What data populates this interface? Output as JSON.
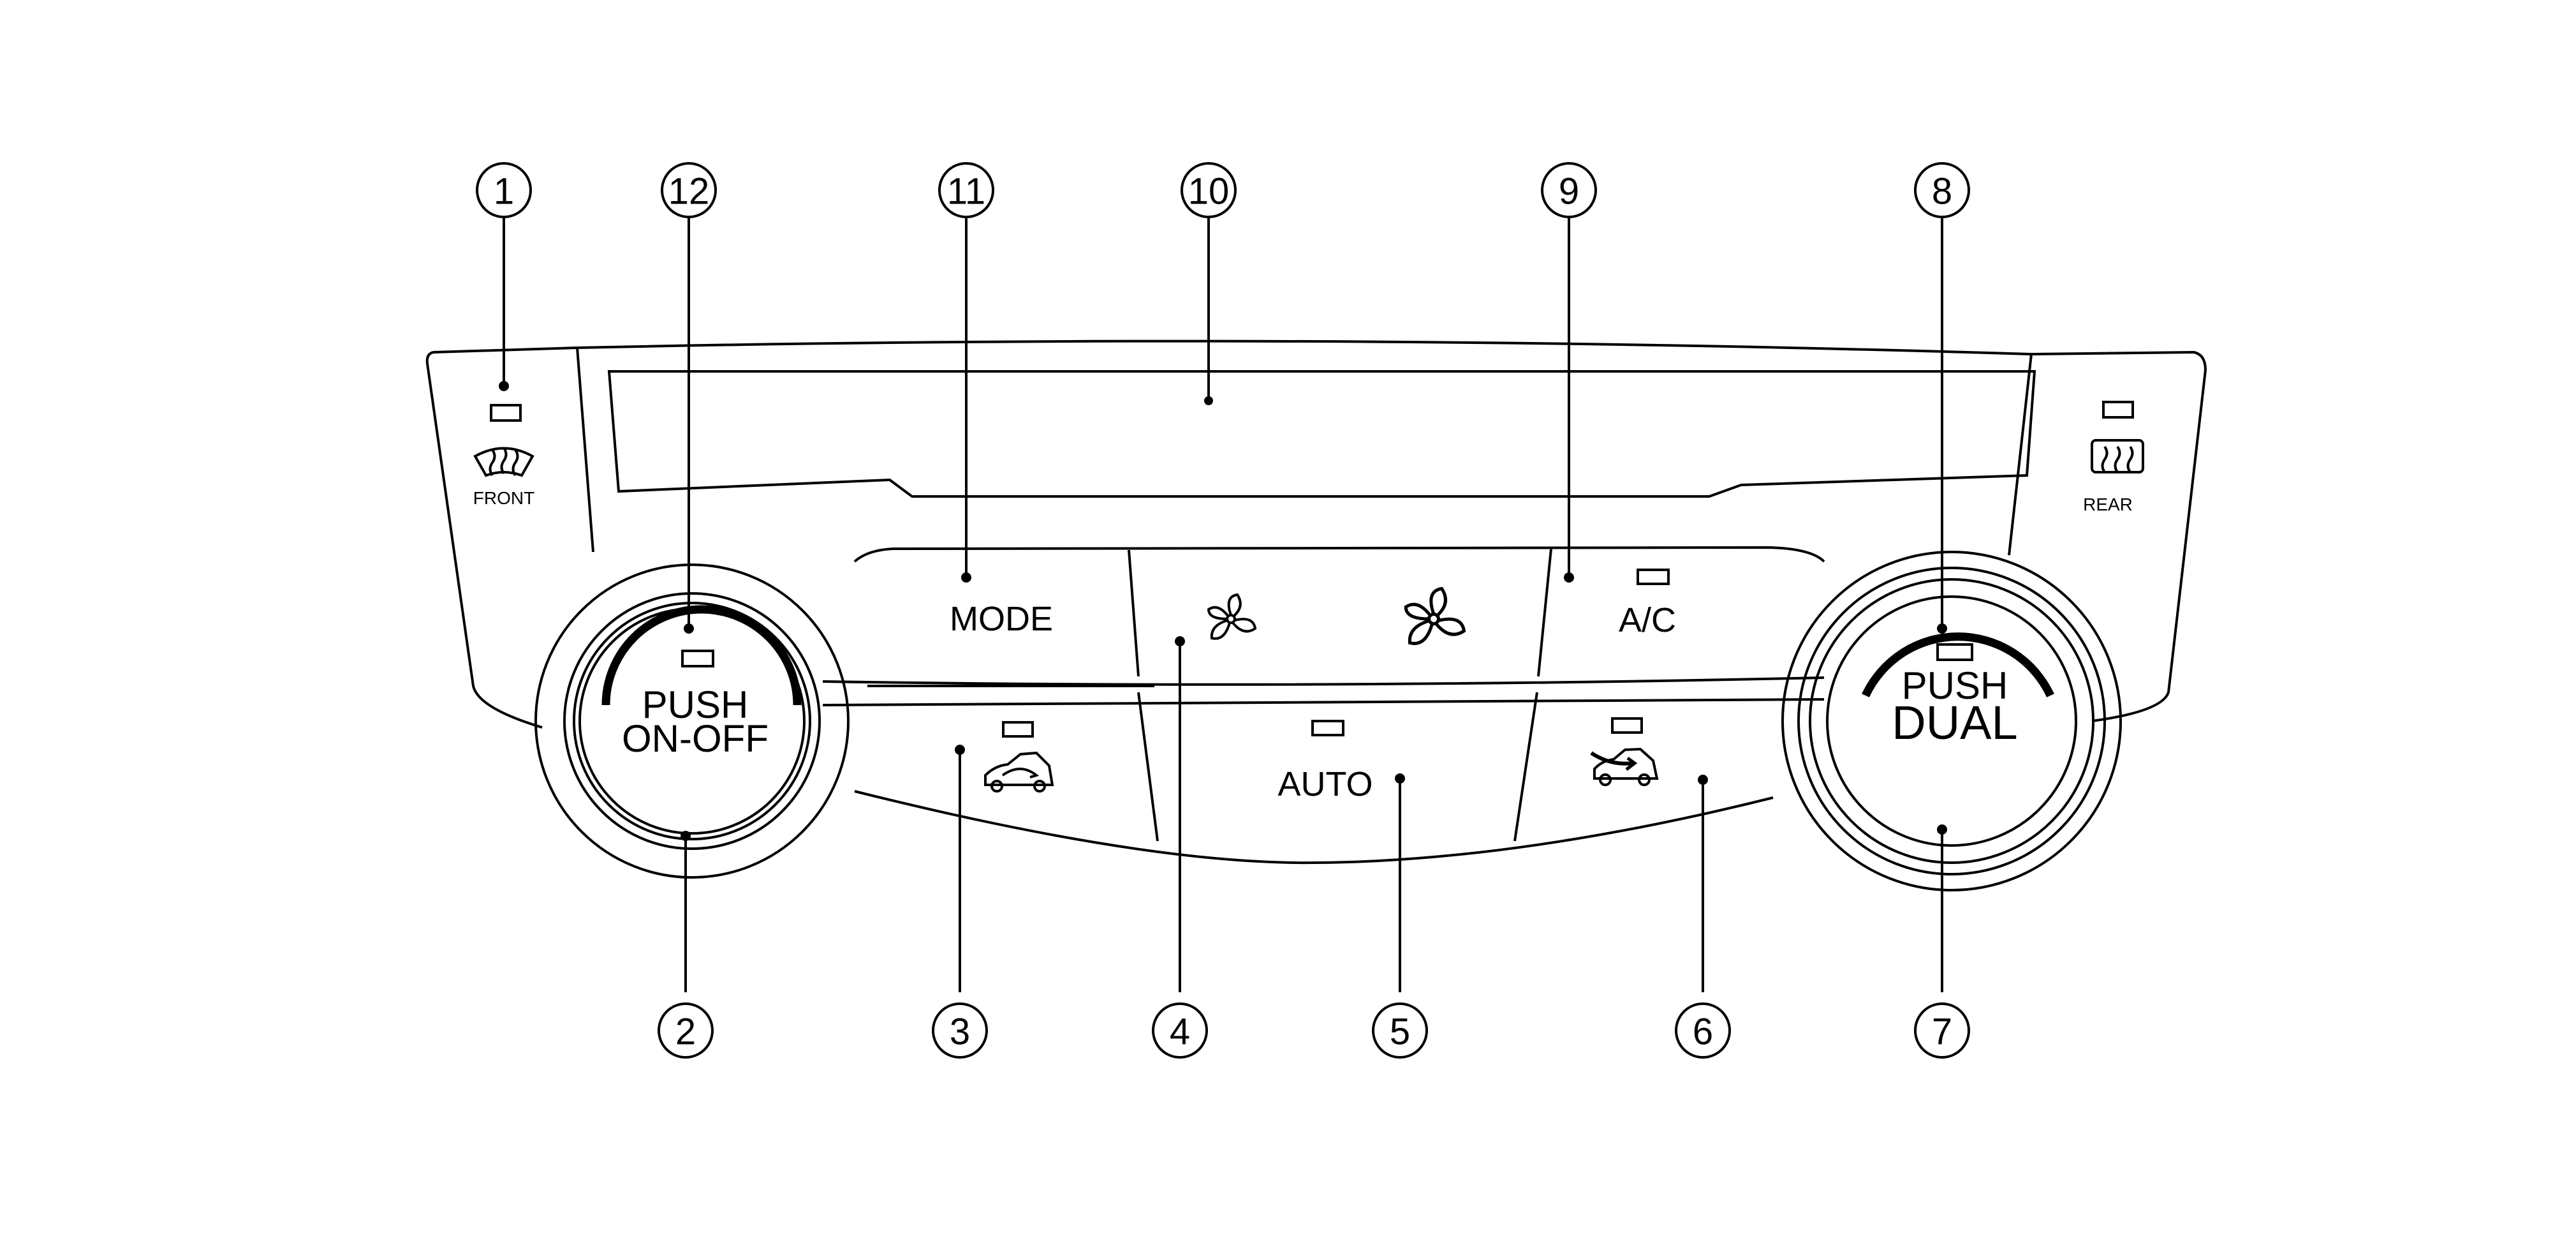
{
  "panel": {
    "front_label": "FRONT",
    "rear_label": "REAR",
    "mode_label": "MODE",
    "ac_label": "A/C",
    "auto_label": "AUTO",
    "left_knob": {
      "line1": "PUSH",
      "line2": "ON-OFF"
    },
    "right_knob": {
      "line1": "PUSH",
      "line2": "DUAL"
    }
  },
  "icons": {
    "front_defrost": "front-defroster-icon",
    "rear_defrost": "rear-defroster-icon",
    "fan_low": "fan-low-icon",
    "fan_high": "fan-high-icon",
    "recirculation": "air-recirculation-icon",
    "outside_air": "outside-air-icon"
  },
  "callouts": [
    "1",
    "2",
    "3",
    "4",
    "5",
    "6",
    "7",
    "8",
    "9",
    "10",
    "11",
    "12"
  ]
}
